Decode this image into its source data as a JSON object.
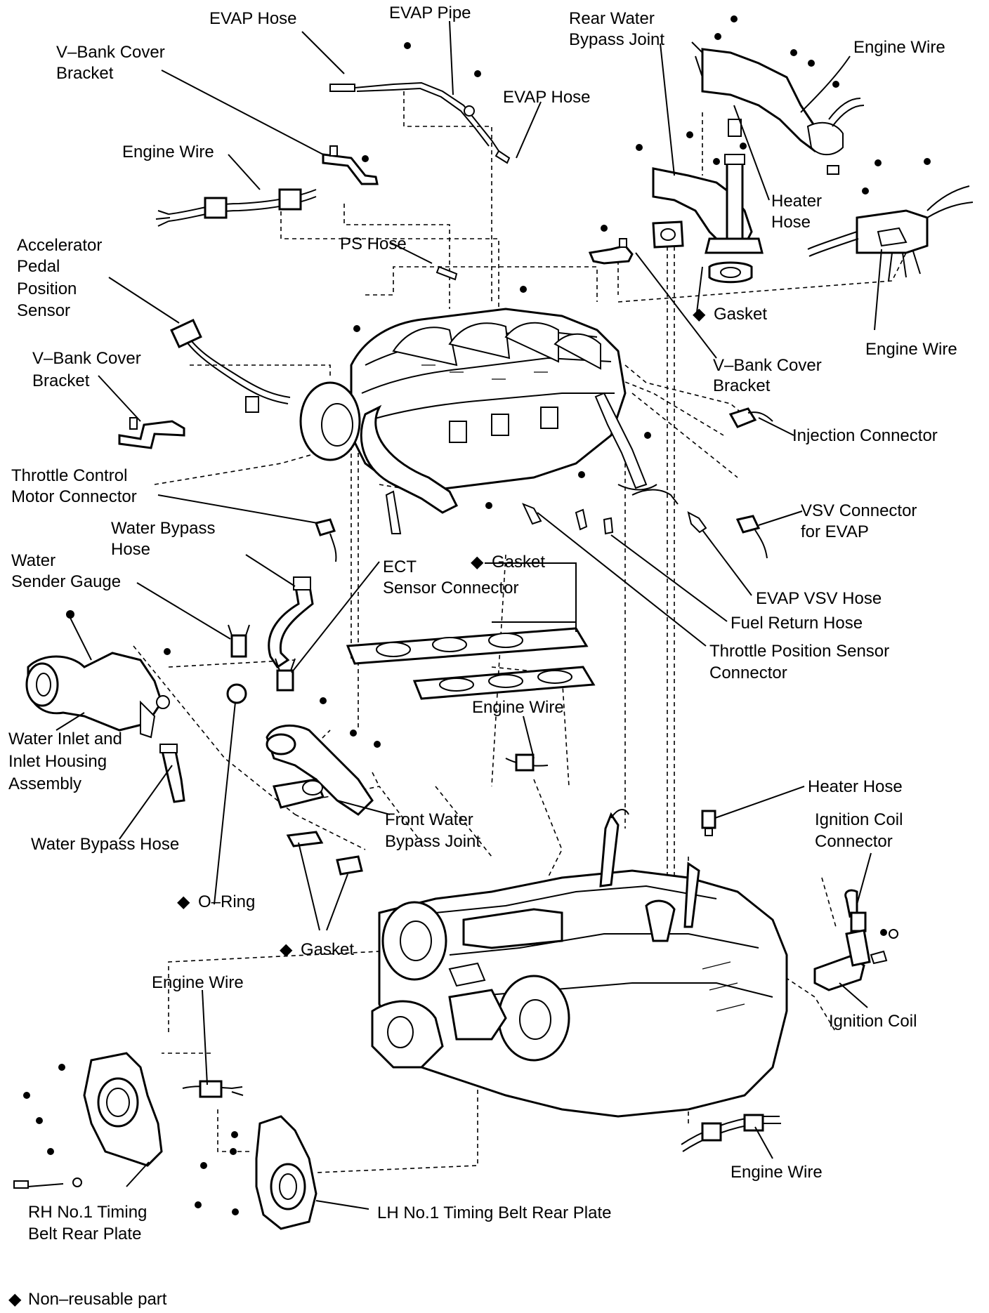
{
  "labels": {
    "evap_hose_top": "EVAP Hose",
    "evap_pipe": "EVAP Pipe",
    "rear_water_bypass_joint_1": "Rear Water",
    "rear_water_bypass_joint_2": "Bypass Joint",
    "engine_wire_top_right": "Engine Wire",
    "v_bank_cover_bracket_top_1": "V–Bank Cover",
    "v_bank_cover_bracket_top_2": "Bracket",
    "evap_hose_mid": "EVAP Hose",
    "engine_wire_top_left": "Engine Wire",
    "heater_hose_top_1": "Heater",
    "heater_hose_top_2": "Hose",
    "ps_hose": "PS Hose",
    "accelerator_sensor_1": "Accelerator",
    "accelerator_sensor_2": "Pedal",
    "accelerator_sensor_3": "Position",
    "accelerator_sensor_4": "Sensor",
    "gasket_top_right": "Gasket",
    "engine_wire_right": "Engine Wire",
    "v_bank_cover_bracket_left_1": "V–Bank Cover",
    "v_bank_cover_bracket_left_2": "Bracket",
    "v_bank_cover_bracket_right_1": "V–Bank Cover",
    "v_bank_cover_bracket_right_2": "Bracket",
    "injection_connector": "Injection Connector",
    "throttle_motor_connector_1": "Throttle Control",
    "throttle_motor_connector_2": "Motor Connector",
    "vsv_connector_1": "VSV Connector",
    "vsv_connector_2": "for EVAP",
    "water_bypass_hose_top_1": "Water Bypass",
    "water_bypass_hose_top_2": "Hose",
    "water_sender_gauge_1": "Water",
    "water_sender_gauge_2": "Sender Gauge",
    "ect_sensor_connector_1": "ECT",
    "ect_sensor_connector_2": "Sensor Connector",
    "gasket_intake": "Gasket",
    "evap_vsv_hose": "EVAP VSV Hose",
    "fuel_return_hose": "Fuel Return Hose",
    "throttle_position_sensor_1": "Throttle Position Sensor",
    "throttle_position_sensor_2": "Connector",
    "engine_wire_center": "Engine Wire",
    "water_inlet_1": "Water Inlet and",
    "water_inlet_2": "Inlet Housing",
    "water_inlet_3": "Assembly",
    "heater_hose_right": "Heater Hose",
    "front_water_bypass_joint_1": "Front Water",
    "front_water_bypass_joint_2": "Bypass Joint",
    "ignition_coil_connector_1": "Ignition Coil",
    "ignition_coil_connector_2": "Connector",
    "water_bypass_hose_bottom": "Water Bypass Hose",
    "o_ring": "O–Ring",
    "gasket_bottom": "Gasket",
    "ignition_coil": "Ignition Coil",
    "engine_wire_bottom_left": "Engine Wire",
    "engine_wire_bottom_right": "Engine Wire",
    "rh_timing_plate_1": "RH No.1 Timing",
    "rh_timing_plate_2": "Belt Rear Plate",
    "lh_timing_plate": "LH No.1 Timing Belt Rear Plate"
  },
  "legend": {
    "symbol": "◆",
    "text": "Non–reusable part"
  }
}
